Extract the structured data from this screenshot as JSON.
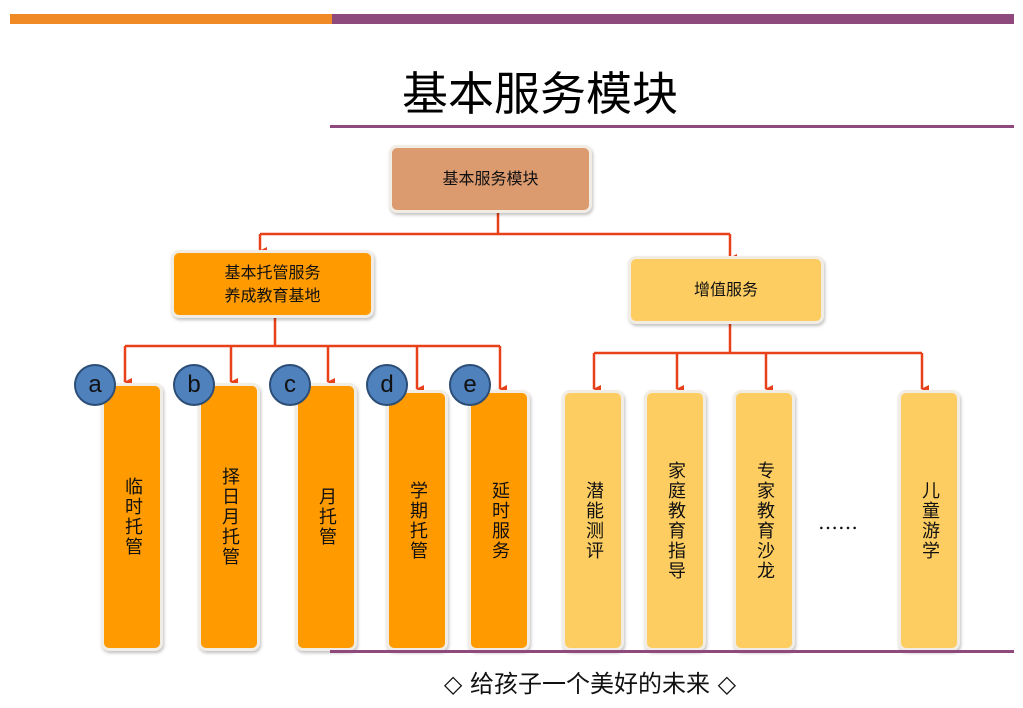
{
  "page": {
    "title": "基本服务模块",
    "footer": "◇ 给孩子一个美好的未来 ◇"
  },
  "diagram": {
    "root": "基本服务模块",
    "left_branch": {
      "line1": "基本托管服务",
      "line2": "养成教育基地"
    },
    "right_branch": "增值服务",
    "left_children": [
      {
        "badge": "a",
        "label": "临时托管"
      },
      {
        "badge": "b",
        "label": "择日月托管"
      },
      {
        "badge": "c",
        "label": "月托管"
      },
      {
        "badge": "d",
        "label": "学期托管"
      },
      {
        "badge": "e",
        "label": "延时服务"
      }
    ],
    "right_children": [
      {
        "label": "潜能测评"
      },
      {
        "label": "家庭教育指导"
      },
      {
        "label": "专家教育沙龙"
      },
      {
        "label": "儿童游学"
      }
    ],
    "ellipsis": "……"
  },
  "colors": {
    "accent_orange": "#ef8a24",
    "accent_purple": "#8e4a7c",
    "root_box": "#dc9a6f",
    "basic_box": "#ff9a00",
    "value_box": "#fdcd62",
    "connector": "#e8411a",
    "badge": "#4f81bd"
  }
}
